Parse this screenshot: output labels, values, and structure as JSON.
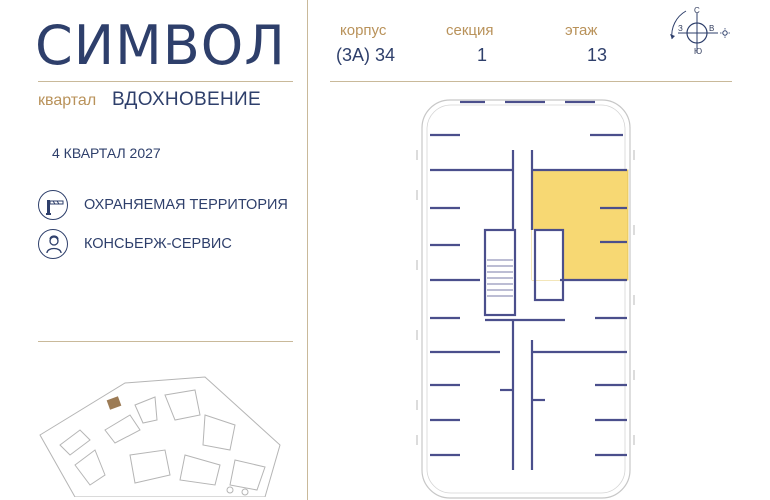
{
  "brand": {
    "logo_text": "СИМВОЛ"
  },
  "quarter": {
    "label": "квартал",
    "name": "ВДОХНОВЕНИЕ"
  },
  "deadline": "4 КВАРТАЛ 2027",
  "features": [
    {
      "icon": "barrier-gate-icon",
      "label": "ОХРАНЯЕМАЯ ТЕРРИТОРИЯ"
    },
    {
      "icon": "concierge-icon",
      "label": "КОНСЬЕРЖ-СЕРВИС"
    }
  ],
  "params": [
    {
      "label": "корпус",
      "value": "(3А) 34"
    },
    {
      "label": "секция",
      "value": "1"
    },
    {
      "label": "этаж",
      "value": "13"
    }
  ],
  "compass": {
    "north": "С",
    "south": "Ю",
    "west": "З",
    "east": "В"
  },
  "colors": {
    "brand_navy": "#2e3f6b",
    "accent_gold": "#b9925a",
    "rule": "#c9b99a",
    "highlight": "#f7d873",
    "wall": "#4b4f8c",
    "site_building": "#9c7b55"
  }
}
